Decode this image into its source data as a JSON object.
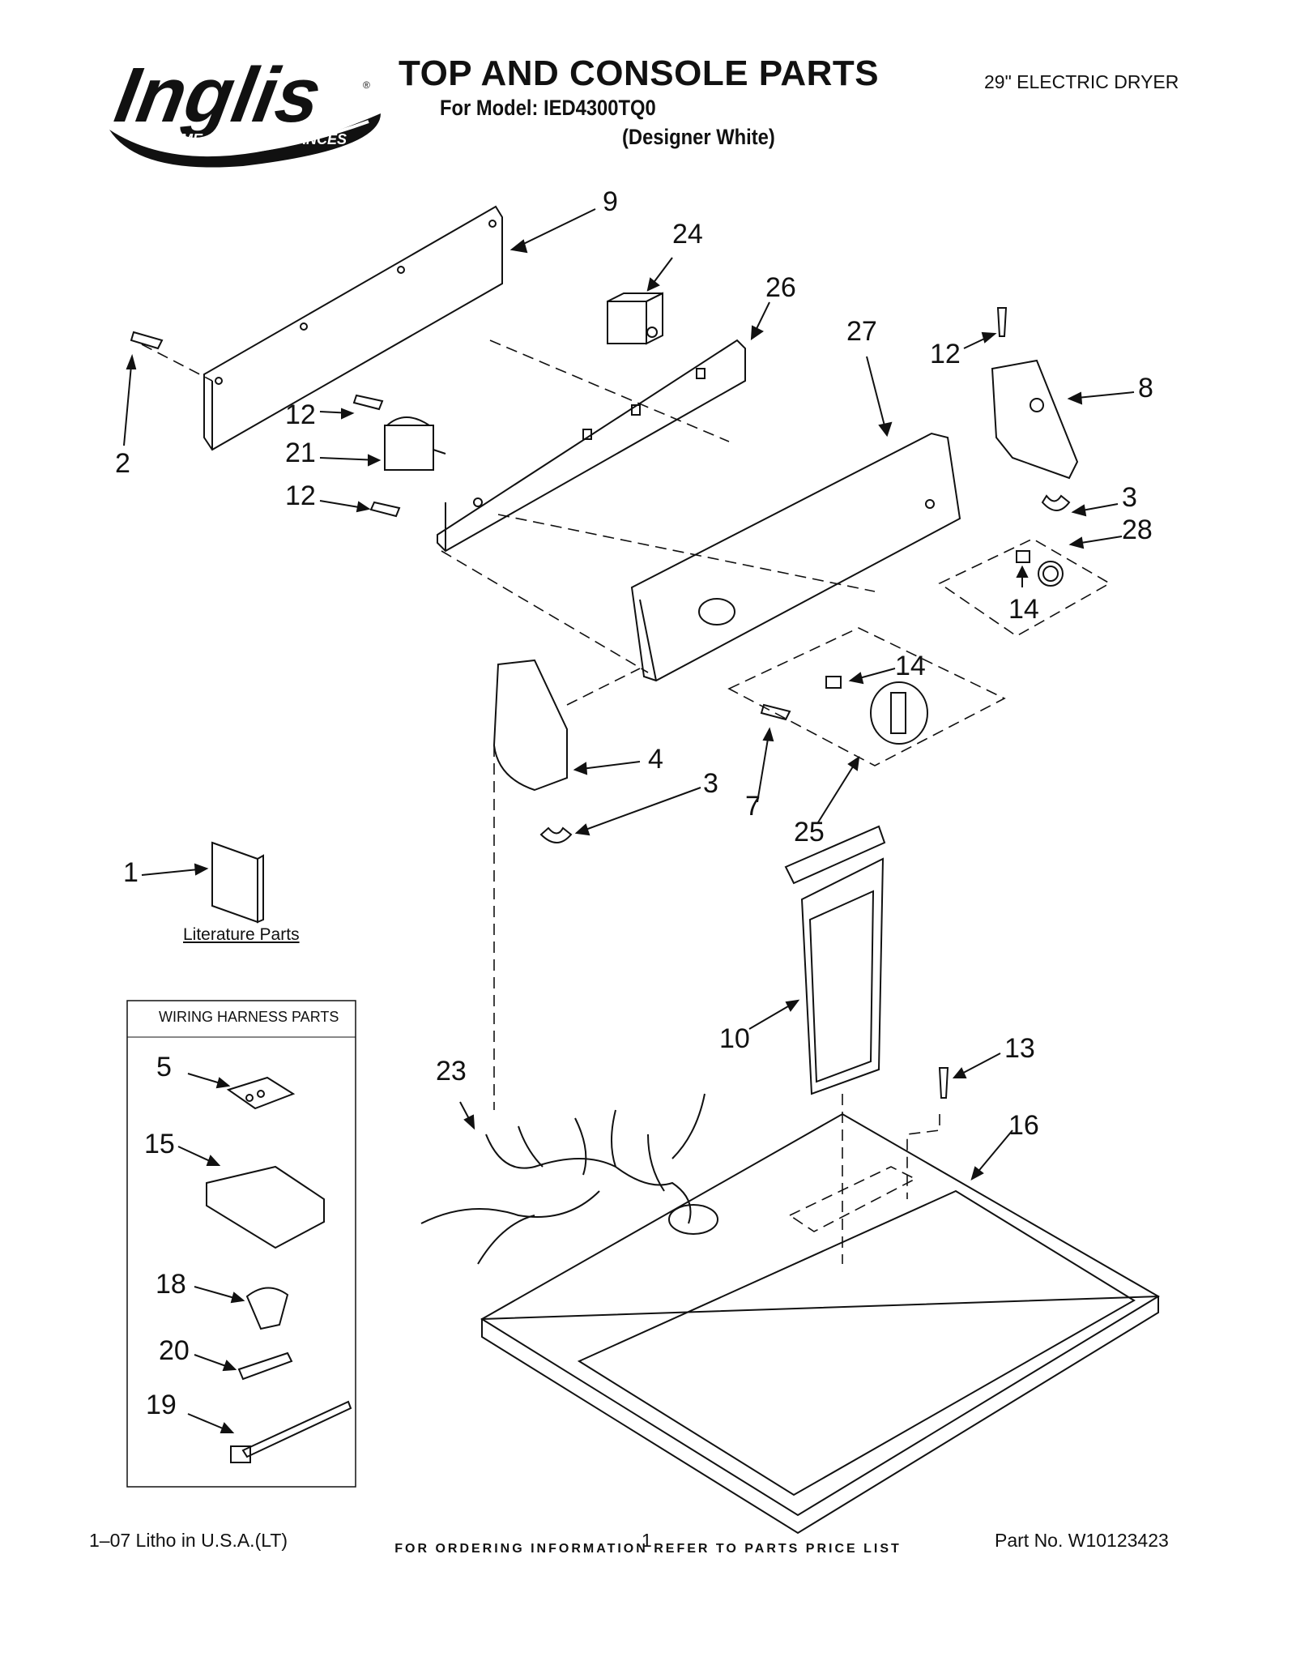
{
  "brand": {
    "name": "Inglis",
    "tagline_left": "HOME",
    "tagline_right": "APPLIANCES",
    "registered": "®"
  },
  "header": {
    "title": "TOP AND CONSOLE PARTS",
    "model_line": "For Model: IED4300TQ0",
    "color_line": "(Designer White)",
    "product_type": "29\" ELECTRIC DRYER"
  },
  "callouts": [
    "9",
    "24",
    "26",
    "27",
    "12",
    "8",
    "2",
    "12",
    "21",
    "12",
    "3",
    "28",
    "14",
    "14",
    "4",
    "3",
    "7",
    "25",
    "1",
    "10",
    "13",
    "16",
    "23",
    "5",
    "15",
    "18",
    "20",
    "19"
  ],
  "literature_label": "Literature Parts",
  "wiring_box_title": "WIRING HARNESS PARTS",
  "footer": {
    "ordering": "FOR ORDERING INFORMATION REFER TO PARTS PRICE LIST",
    "litho": "1–07 Litho in U.S.A.(LT)",
    "page": "1",
    "part_no": "Part No. W10123423"
  }
}
